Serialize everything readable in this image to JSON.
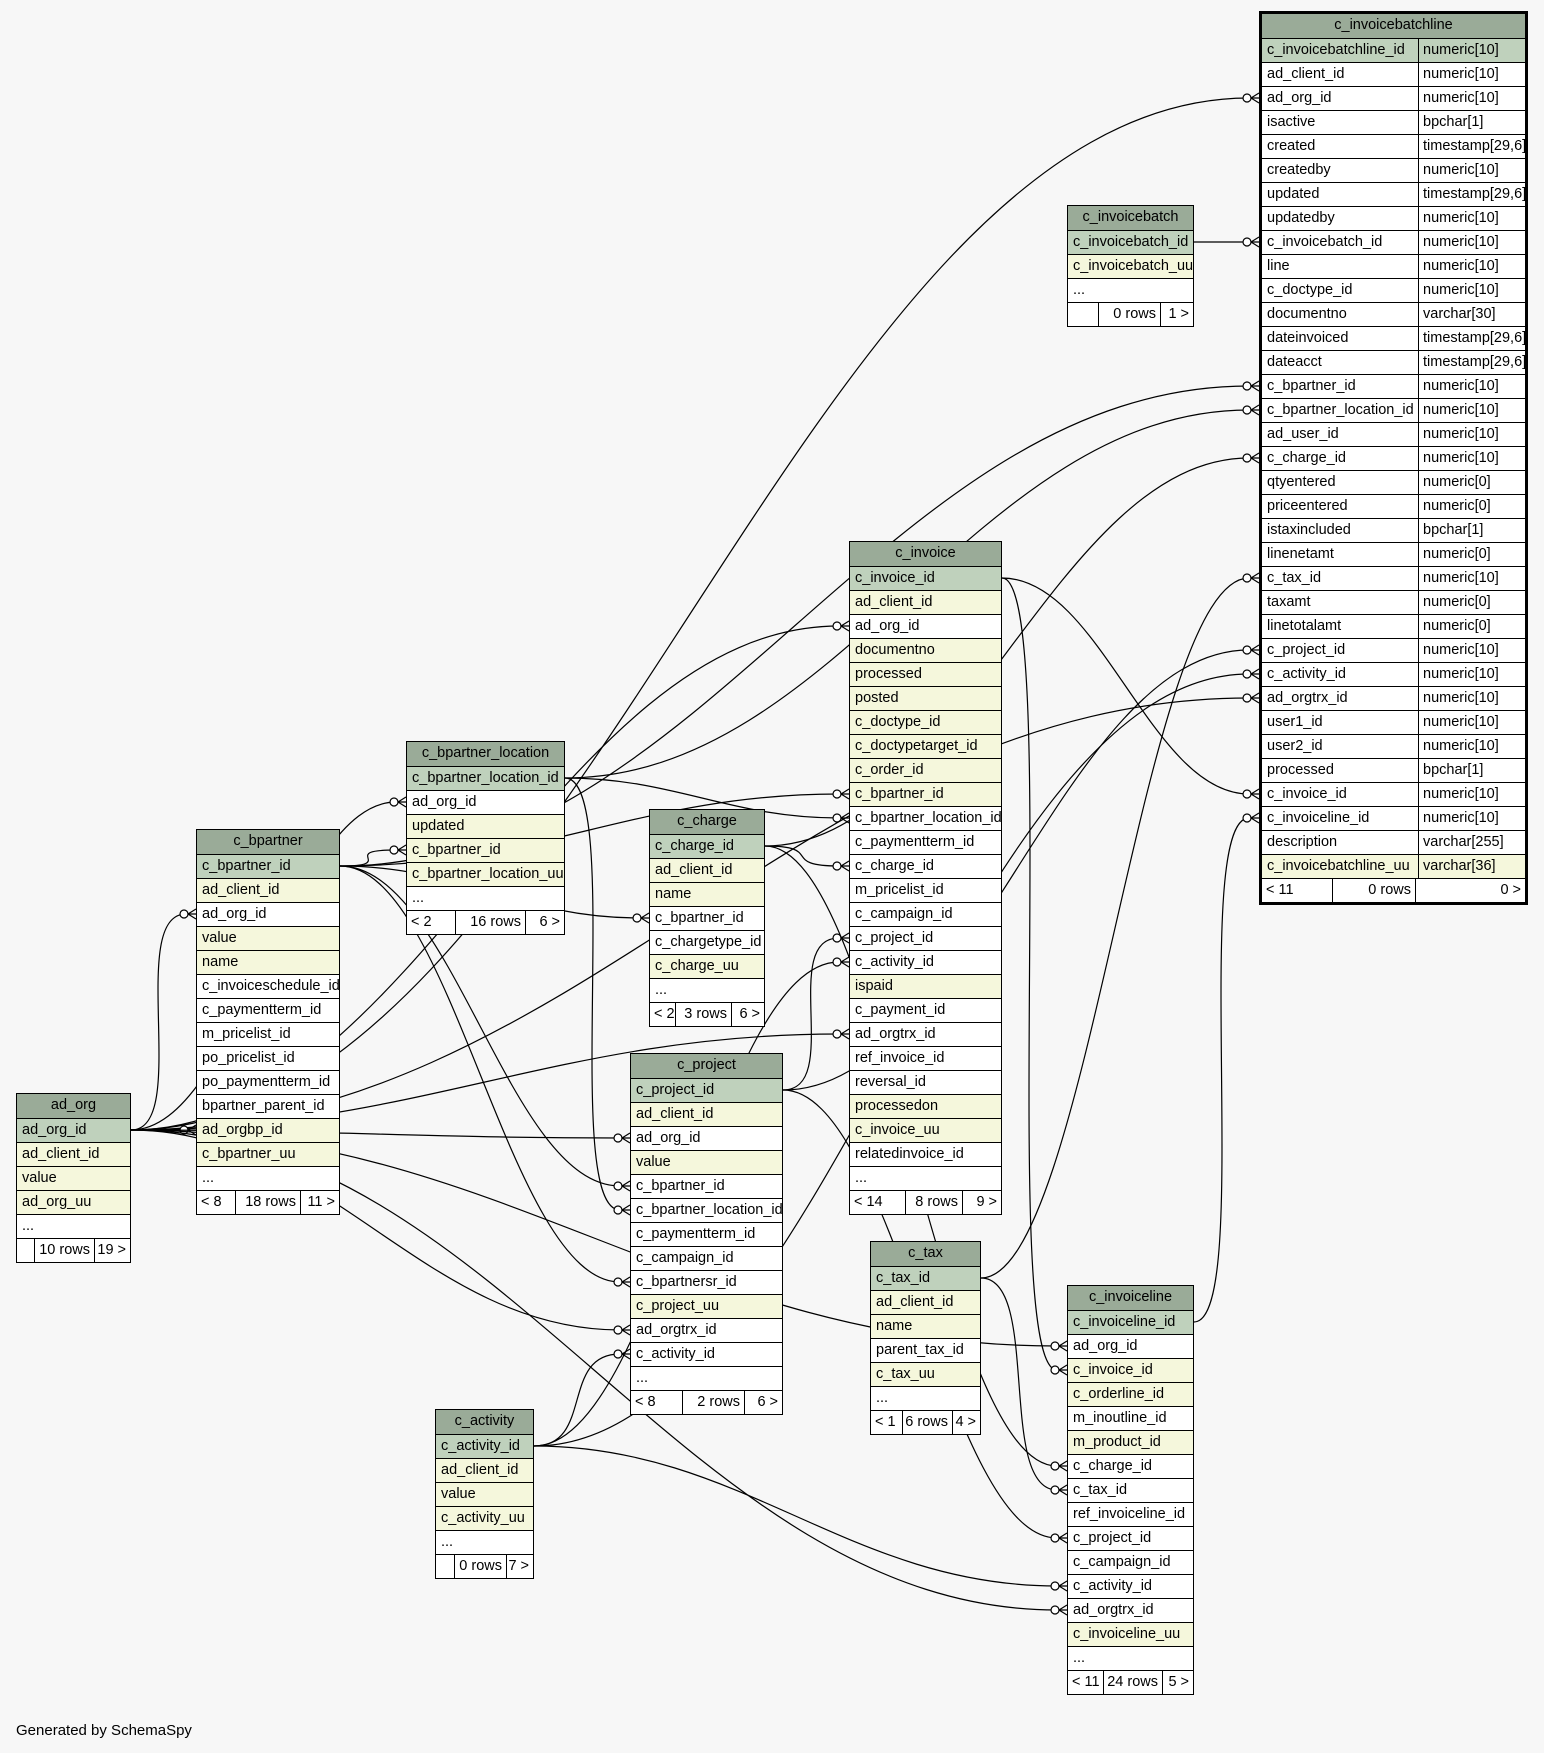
{
  "generator": "Generated by SchemaSpy",
  "tables": [
    {
      "name": "c_invoicebatchline",
      "main": true,
      "rows": [
        {
          "n": "c_invoicebatchline_id",
          "t": "numeric[10]",
          "k": "pk"
        },
        {
          "n": "ad_client_id",
          "t": "numeric[10]",
          "k": "plain"
        },
        {
          "n": "ad_org_id",
          "t": "numeric[10]",
          "k": "plain"
        },
        {
          "n": "isactive",
          "t": "bpchar[1]",
          "k": "plain"
        },
        {
          "n": "created",
          "t": "timestamp[29,6]",
          "k": "plain"
        },
        {
          "n": "createdby",
          "t": "numeric[10]",
          "k": "plain"
        },
        {
          "n": "updated",
          "t": "timestamp[29,6]",
          "k": "plain"
        },
        {
          "n": "updatedby",
          "t": "numeric[10]",
          "k": "plain"
        },
        {
          "n": "c_invoicebatch_id",
          "t": "numeric[10]",
          "k": "plain"
        },
        {
          "n": "line",
          "t": "numeric[10]",
          "k": "plain"
        },
        {
          "n": "c_doctype_id",
          "t": "numeric[10]",
          "k": "plain"
        },
        {
          "n": "documentno",
          "t": "varchar[30]",
          "k": "plain"
        },
        {
          "n": "dateinvoiced",
          "t": "timestamp[29,6]",
          "k": "plain"
        },
        {
          "n": "dateacct",
          "t": "timestamp[29,6]",
          "k": "plain"
        },
        {
          "n": "c_bpartner_id",
          "t": "numeric[10]",
          "k": "plain"
        },
        {
          "n": "c_bpartner_location_id",
          "t": "numeric[10]",
          "k": "plain"
        },
        {
          "n": "ad_user_id",
          "t": "numeric[10]",
          "k": "plain"
        },
        {
          "n": "c_charge_id",
          "t": "numeric[10]",
          "k": "plain"
        },
        {
          "n": "qtyentered",
          "t": "numeric[0]",
          "k": "plain"
        },
        {
          "n": "priceentered",
          "t": "numeric[0]",
          "k": "plain"
        },
        {
          "n": "istaxincluded",
          "t": "bpchar[1]",
          "k": "plain"
        },
        {
          "n": "linenetamt",
          "t": "numeric[0]",
          "k": "plain"
        },
        {
          "n": "c_tax_id",
          "t": "numeric[10]",
          "k": "plain"
        },
        {
          "n": "taxamt",
          "t": "numeric[0]",
          "k": "plain"
        },
        {
          "n": "linetotalamt",
          "t": "numeric[0]",
          "k": "plain"
        },
        {
          "n": "c_project_id",
          "t": "numeric[10]",
          "k": "plain"
        },
        {
          "n": "c_activity_id",
          "t": "numeric[10]",
          "k": "plain"
        },
        {
          "n": "ad_orgtrx_id",
          "t": "numeric[10]",
          "k": "plain"
        },
        {
          "n": "user1_id",
          "t": "numeric[10]",
          "k": "plain"
        },
        {
          "n": "user2_id",
          "t": "numeric[10]",
          "k": "plain"
        },
        {
          "n": "processed",
          "t": "bpchar[1]",
          "k": "plain"
        },
        {
          "n": "c_invoice_id",
          "t": "numeric[10]",
          "k": "plain"
        },
        {
          "n": "c_invoiceline_id",
          "t": "numeric[10]",
          "k": "plain"
        },
        {
          "n": "description",
          "t": "varchar[255]",
          "k": "plain"
        },
        {
          "n": "c_invoicebatchline_uu",
          "t": "varchar[36]",
          "k": "idx"
        }
      ],
      "footer": [
        "< 11",
        "0 rows",
        "0 >"
      ]
    },
    {
      "name": "c_invoicebatch",
      "rows": [
        {
          "n": "c_invoicebatch_id",
          "k": "pk"
        },
        {
          "n": "c_invoicebatch_uu",
          "k": "idx"
        },
        {
          "n": "...",
          "k": "plain"
        }
      ],
      "footer": [
        "",
        "0 rows",
        "1 >"
      ]
    },
    {
      "name": "c_invoice",
      "rows": [
        {
          "n": "c_invoice_id",
          "k": "pk"
        },
        {
          "n": "ad_client_id",
          "k": "idx"
        },
        {
          "n": "ad_org_id",
          "k": "plain"
        },
        {
          "n": "documentno",
          "k": "idx"
        },
        {
          "n": "processed",
          "k": "idx"
        },
        {
          "n": "posted",
          "k": "idx"
        },
        {
          "n": "c_doctype_id",
          "k": "idx"
        },
        {
          "n": "c_doctypetarget_id",
          "k": "idx"
        },
        {
          "n": "c_order_id",
          "k": "idx"
        },
        {
          "n": "c_bpartner_id",
          "k": "idx"
        },
        {
          "n": "c_bpartner_location_id",
          "k": "plain"
        },
        {
          "n": "c_paymentterm_id",
          "k": "plain"
        },
        {
          "n": "c_charge_id",
          "k": "plain"
        },
        {
          "n": "m_pricelist_id",
          "k": "plain"
        },
        {
          "n": "c_campaign_id",
          "k": "plain"
        },
        {
          "n": "c_project_id",
          "k": "plain"
        },
        {
          "n": "c_activity_id",
          "k": "plain"
        },
        {
          "n": "ispaid",
          "k": "idx"
        },
        {
          "n": "c_payment_id",
          "k": "plain"
        },
        {
          "n": "ad_orgtrx_id",
          "k": "plain"
        },
        {
          "n": "ref_invoice_id",
          "k": "plain"
        },
        {
          "n": "reversal_id",
          "k": "plain"
        },
        {
          "n": "processedon",
          "k": "idx"
        },
        {
          "n": "c_invoice_uu",
          "k": "idx"
        },
        {
          "n": "relatedinvoice_id",
          "k": "plain"
        },
        {
          "n": "...",
          "k": "plain"
        }
      ],
      "footer": [
        "< 14",
        "8 rows",
        "9 >"
      ]
    },
    {
      "name": "c_bpartner_location",
      "rows": [
        {
          "n": "c_bpartner_location_id",
          "k": "pk"
        },
        {
          "n": "ad_org_id",
          "k": "plain"
        },
        {
          "n": "updated",
          "k": "idx"
        },
        {
          "n": "c_bpartner_id",
          "k": "idx"
        },
        {
          "n": "c_bpartner_location_uu",
          "k": "idx"
        },
        {
          "n": "...",
          "k": "plain"
        }
      ],
      "footer": [
        "< 2",
        "16 rows",
        "6 >"
      ]
    },
    {
      "name": "c_charge",
      "rows": [
        {
          "n": "c_charge_id",
          "k": "pk"
        },
        {
          "n": "ad_client_id",
          "k": "idx"
        },
        {
          "n": "name",
          "k": "idx"
        },
        {
          "n": "c_bpartner_id",
          "k": "plain"
        },
        {
          "n": "c_chargetype_id",
          "k": "plain"
        },
        {
          "n": "c_charge_uu",
          "k": "idx"
        },
        {
          "n": "...",
          "k": "plain"
        }
      ],
      "footer": [
        "< 2",
        "3 rows",
        "6 >"
      ]
    },
    {
      "name": "c_bpartner",
      "rows": [
        {
          "n": "c_bpartner_id",
          "k": "pk"
        },
        {
          "n": "ad_client_id",
          "k": "idx"
        },
        {
          "n": "ad_org_id",
          "k": "plain"
        },
        {
          "n": "value",
          "k": "idx"
        },
        {
          "n": "name",
          "k": "idx"
        },
        {
          "n": "c_invoiceschedule_id",
          "k": "plain"
        },
        {
          "n": "c_paymentterm_id",
          "k": "plain"
        },
        {
          "n": "m_pricelist_id",
          "k": "plain"
        },
        {
          "n": "po_pricelist_id",
          "k": "plain"
        },
        {
          "n": "po_paymentterm_id",
          "k": "plain"
        },
        {
          "n": "bpartner_parent_id",
          "k": "plain"
        },
        {
          "n": "ad_orgbp_id",
          "k": "idx"
        },
        {
          "n": "c_bpartner_uu",
          "k": "idx"
        },
        {
          "n": "...",
          "k": "plain"
        }
      ],
      "footer": [
        "< 8",
        "18 rows",
        "11 >"
      ]
    },
    {
      "name": "c_project",
      "rows": [
        {
          "n": "c_project_id",
          "k": "pk"
        },
        {
          "n": "ad_client_id",
          "k": "idx"
        },
        {
          "n": "ad_org_id",
          "k": "plain"
        },
        {
          "n": "value",
          "k": "idx"
        },
        {
          "n": "c_bpartner_id",
          "k": "plain"
        },
        {
          "n": "c_bpartner_location_id",
          "k": "plain"
        },
        {
          "n": "c_paymentterm_id",
          "k": "plain"
        },
        {
          "n": "c_campaign_id",
          "k": "plain"
        },
        {
          "n": "c_bpartnersr_id",
          "k": "plain"
        },
        {
          "n": "c_project_uu",
          "k": "idx"
        },
        {
          "n": "ad_orgtrx_id",
          "k": "plain"
        },
        {
          "n": "c_activity_id",
          "k": "plain"
        },
        {
          "n": "...",
          "k": "plain"
        }
      ],
      "footer": [
        "< 8",
        "2 rows",
        "6 >"
      ]
    },
    {
      "name": "ad_org",
      "rows": [
        {
          "n": "ad_org_id",
          "k": "pk"
        },
        {
          "n": "ad_client_id",
          "k": "idx"
        },
        {
          "n": "value",
          "k": "idx"
        },
        {
          "n": "ad_org_uu",
          "k": "idx"
        },
        {
          "n": "...",
          "k": "plain"
        }
      ],
      "footer": [
        "",
        "10 rows",
        "19 >"
      ]
    },
    {
      "name": "c_tax",
      "rows": [
        {
          "n": "c_tax_id",
          "k": "pk"
        },
        {
          "n": "ad_client_id",
          "k": "idx"
        },
        {
          "n": "name",
          "k": "idx"
        },
        {
          "n": "parent_tax_id",
          "k": "plain"
        },
        {
          "n": "c_tax_uu",
          "k": "idx"
        },
        {
          "n": "...",
          "k": "plain"
        }
      ],
      "footer": [
        "< 1",
        "6 rows",
        "4 >"
      ]
    },
    {
      "name": "c_activity",
      "rows": [
        {
          "n": "c_activity_id",
          "k": "pk"
        },
        {
          "n": "ad_client_id",
          "k": "idx"
        },
        {
          "n": "value",
          "k": "idx"
        },
        {
          "n": "c_activity_uu",
          "k": "idx"
        },
        {
          "n": "...",
          "k": "plain"
        }
      ],
      "footer": [
        "",
        "0 rows",
        "7 >"
      ]
    },
    {
      "name": "c_invoiceline",
      "rows": [
        {
          "n": "c_invoiceline_id",
          "k": "pk"
        },
        {
          "n": "ad_org_id",
          "k": "plain"
        },
        {
          "n": "c_invoice_id",
          "k": "idx"
        },
        {
          "n": "c_orderline_id",
          "k": "idx"
        },
        {
          "n": "m_inoutline_id",
          "k": "plain"
        },
        {
          "n": "m_product_id",
          "k": "idx"
        },
        {
          "n": "c_charge_id",
          "k": "plain"
        },
        {
          "n": "c_tax_id",
          "k": "plain"
        },
        {
          "n": "ref_invoiceline_id",
          "k": "plain"
        },
        {
          "n": "c_project_id",
          "k": "plain"
        },
        {
          "n": "c_campaign_id",
          "k": "plain"
        },
        {
          "n": "c_activity_id",
          "k": "plain"
        },
        {
          "n": "ad_orgtrx_id",
          "k": "plain"
        },
        {
          "n": "c_invoiceline_uu",
          "k": "idx"
        },
        {
          "n": "...",
          "k": "plain"
        }
      ],
      "footer": [
        "< 11",
        "24 rows",
        "5 >"
      ]
    }
  ],
  "relationships": [
    [
      "ad_org.ad_org_id",
      "c_invoicebatchline.ad_org_id"
    ],
    [
      "c_invoicebatch.c_invoicebatch_id",
      "c_invoicebatchline.c_invoicebatch_id"
    ],
    [
      "c_bpartner.c_bpartner_id",
      "c_invoicebatchline.c_bpartner_id"
    ],
    [
      "c_bpartner_location.c_bpartner_location_id",
      "c_invoicebatchline.c_bpartner_location_id"
    ],
    [
      "c_charge.c_charge_id",
      "c_invoicebatchline.c_charge_id"
    ],
    [
      "c_tax.c_tax_id",
      "c_invoicebatchline.c_tax_id"
    ],
    [
      "c_project.c_project_id",
      "c_invoicebatchline.c_project_id"
    ],
    [
      "c_activity.c_activity_id",
      "c_invoicebatchline.c_activity_id"
    ],
    [
      "ad_org.ad_org_id",
      "c_invoicebatchline.ad_orgtrx_id"
    ],
    [
      "c_invoice.c_invoice_id",
      "c_invoicebatchline.c_invoice_id"
    ],
    [
      "c_invoiceline.c_invoiceline_id",
      "c_invoicebatchline.c_invoiceline_id"
    ],
    [
      "ad_org.ad_org_id",
      "c_invoice.ad_org_id"
    ],
    [
      "c_bpartner.c_bpartner_id",
      "c_invoice.c_bpartner_id"
    ],
    [
      "c_bpartner_location.c_bpartner_location_id",
      "c_invoice.c_bpartner_location_id"
    ],
    [
      "c_charge.c_charge_id",
      "c_invoice.c_charge_id"
    ],
    [
      "c_project.c_project_id",
      "c_invoice.c_project_id"
    ],
    [
      "c_activity.c_activity_id",
      "c_invoice.c_activity_id"
    ],
    [
      "ad_org.ad_org_id",
      "c_invoice.ad_orgtrx_id"
    ],
    [
      "ad_org.ad_org_id",
      "c_bpartner_location.ad_org_id"
    ],
    [
      "c_bpartner.c_bpartner_id",
      "c_bpartner_location.c_bpartner_id"
    ],
    [
      "c_bpartner.c_bpartner_id",
      "c_charge.c_bpartner_id"
    ],
    [
      "ad_org.ad_org_id",
      "c_bpartner.ad_org_id"
    ],
    [
      "ad_org.ad_org_id",
      "c_bpartner.ad_orgbp_id"
    ],
    [
      "ad_org.ad_org_id",
      "c_project.ad_org_id"
    ],
    [
      "c_bpartner.c_bpartner_id",
      "c_project.c_bpartner_id"
    ],
    [
      "c_bpartner_location.c_bpartner_location_id",
      "c_project.c_bpartner_location_id"
    ],
    [
      "c_bpartner.c_bpartner_id",
      "c_project.c_bpartnersr_id"
    ],
    [
      "ad_org.ad_org_id",
      "c_project.ad_orgtrx_id"
    ],
    [
      "c_activity.c_activity_id",
      "c_project.c_activity_id"
    ],
    [
      "ad_org.ad_org_id",
      "c_invoiceline.ad_org_id"
    ],
    [
      "c_invoice.c_invoice_id",
      "c_invoiceline.c_invoice_id"
    ],
    [
      "c_charge.c_charge_id",
      "c_invoiceline.c_charge_id"
    ],
    [
      "c_tax.c_tax_id",
      "c_invoiceline.c_tax_id"
    ],
    [
      "c_project.c_project_id",
      "c_invoiceline.c_project_id"
    ],
    [
      "c_activity.c_activity_id",
      "c_invoiceline.c_activity_id"
    ],
    [
      "ad_org.ad_org_id",
      "c_invoiceline.ad_orgtrx_id"
    ]
  ]
}
